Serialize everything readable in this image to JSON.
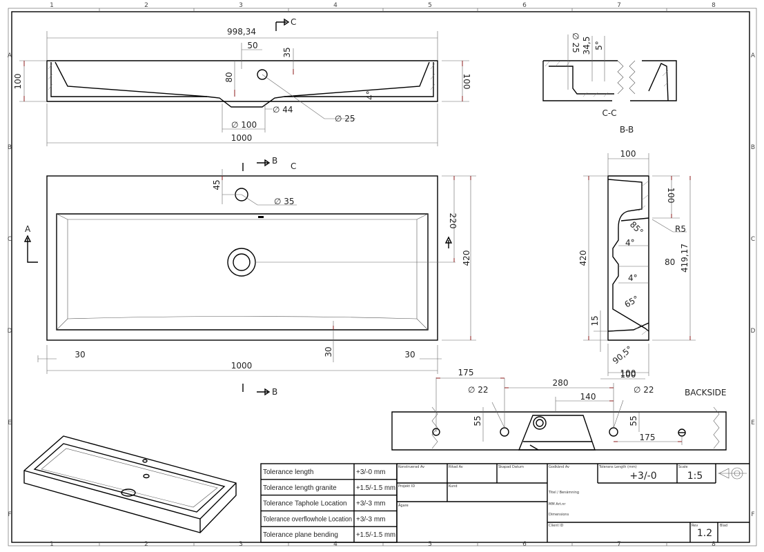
{
  "frame": {
    "columns": [
      "1",
      "2",
      "3",
      "4",
      "5",
      "6",
      "7",
      "8"
    ],
    "rows": [
      "A",
      "B",
      "C",
      "D",
      "E",
      "F"
    ]
  },
  "front_section": {
    "dims": {
      "overall_top": "998,34",
      "overall_bottom": "1000",
      "height_left": "100",
      "height_right": "100",
      "d50": "50",
      "d35": "35",
      "d80": "80",
      "dia44": "∅ 44",
      "dia100": "∅ 100",
      "dia25": "∅ 25",
      "angle": "4°"
    },
    "section_arrow": "C"
  },
  "section_cc": {
    "label_cc": "C-C",
    "label_bb": "B-B",
    "dims": {
      "dia25": "∅ 25",
      "d345": "34,5",
      "a5": "5°"
    }
  },
  "plan_view": {
    "section_b_top": "B",
    "section_c": "C",
    "section_b_bottom": "B",
    "section_a": "A",
    "dims": {
      "d45": "45",
      "dia35": "∅ 35",
      "d220": "220",
      "d420": "420",
      "d30_left": "30",
      "d30_mid": "30",
      "d30_right": "30",
      "d1000": "1000"
    }
  },
  "side_section": {
    "dims": {
      "top100": "100",
      "d420": "420",
      "d100": "100",
      "r5": "R5",
      "a85": "85°",
      "a4_top": "4°",
      "d80": "80",
      "d41917": "419,17",
      "a4_bottom": "4°",
      "a65": "65°",
      "d15": "15",
      "a905": "90,5°",
      "bottom100": "100"
    }
  },
  "backside": {
    "title": "BACKSIDE",
    "dims": {
      "d175_top": "175",
      "d280": "280",
      "d100": "100",
      "d140": "140",
      "dia22_left": "∅ 22",
      "dia22_right": "∅ 22",
      "d55_left": "55",
      "d55_right": "55",
      "d175_bottom": "175"
    }
  },
  "tolerance_table": [
    {
      "label": "Tolerance length",
      "value": "+3/-0 mm"
    },
    {
      "label": "Tolerance length granite",
      "value": "+1.5/-1.5 mm"
    },
    {
      "label": "Tolerance Taphole Location",
      "value": "+3/-3 mm"
    },
    {
      "label": "Tolerance overflowhole Location",
      "value": "+3/-3 mm"
    },
    {
      "label": "Tolerance plane bending",
      "value": "+1.5/-1.5 mm"
    }
  ],
  "title_block": {
    "konstruerad": "Konstruerad Av",
    "ritad": "Ritad Av",
    "skapad": "Skapad Datum",
    "godkand": "Godkänd Av",
    "tolerans_label": "Tolerans Length (mm)",
    "tolerans_value": "+3/-0",
    "scale_label": "Scale",
    "scale_value": "1:5",
    "projekt": "Projekt ID",
    "kund": "Kund",
    "agare": "Ägare",
    "titel": "Titel / Benämning",
    "artnr": "MM Art.nr",
    "dimensions": "Dimensions",
    "client": "Client ID",
    "rev_label": "Rev",
    "rev_value": "1.2",
    "blad": "Blad"
  }
}
